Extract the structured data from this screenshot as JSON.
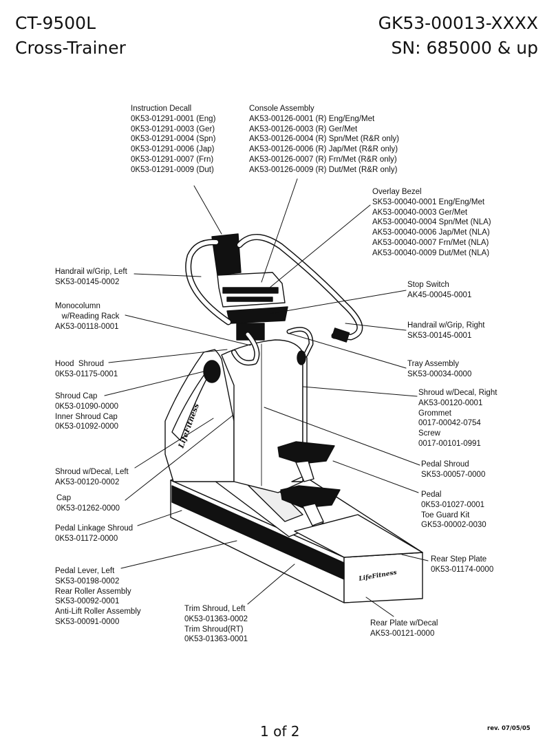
{
  "header": {
    "model": "CT-9500L",
    "product": "Cross-Trainer",
    "kit_number": "GK53-00013-XXXX",
    "serial_range": "SN: 685000 & up"
  },
  "callouts": [
    {
      "id": "instruction-decal",
      "lines": [
        "Instruction Decall",
        "0K53-01291-0001 (Eng)",
        "0K53-01291-0003 (Ger)",
        "0K53-01291-0004 (Spn)",
        "0K53-01291-0006 (Jap)",
        "0K53-01291-0007 (Frn)",
        "0K53-01291-0009 (Dut)"
      ]
    },
    {
      "id": "console-assembly",
      "lines": [
        "Console Assembly",
        "AK53-00126-0001 (R) Eng/Eng/Met",
        "AK53-00126-0003 (R) Ger/Met",
        "AK53-00126-0004 (R) Spn/Met (R&R only)",
        "AK53-00126-0006 (R) Jap/Met (R&R only)",
        "AK53-00126-0007 (R) Frn/Met (R&R only)",
        "AK53-00126-0009 (R) Dut/Met (R&R only)"
      ]
    },
    {
      "id": "overlay-bezel",
      "lines": [
        "Overlay Bezel",
        "SK53-00040-0001 Eng/Eng/Met",
        "AK53-00040-0003 Ger/Met",
        "AK53-00040-0004 Spn/Met (NLA)",
        "AK53-00040-0006 Jap/Met (NLA)",
        "AK53-00040-0007 Frn/Met (NLA)",
        "AK53-00040-0009 Dut/Met (NLA)"
      ]
    },
    {
      "id": "handrail-left",
      "lines": [
        "Handrail w/Grip, Left",
        "SK53-00145-0002"
      ]
    },
    {
      "id": "stop-switch",
      "lines": [
        "Stop Switch",
        "AK45-00045-0001"
      ]
    },
    {
      "id": "monocolumn",
      "lines": [
        "Monocolumn",
        "   w/Reading Rack",
        "AK53-00118-0001"
      ]
    },
    {
      "id": "handrail-right",
      "lines": [
        "Handrail w/Grip, Right",
        "SK53-00145-0001"
      ]
    },
    {
      "id": "hood-shroud",
      "lines": [
        "Hood  Shroud",
        "0K53-01175-0001"
      ]
    },
    {
      "id": "tray-assembly",
      "lines": [
        "Tray Assembly",
        "SK53-00034-0000"
      ]
    },
    {
      "id": "shroud-cap",
      "lines": [
        "Shroud Cap",
        "0K53-01090-0000",
        "Inner Shroud Cap",
        "0K53-01092-0000"
      ]
    },
    {
      "id": "shroud-right",
      "lines": [
        "Shroud w/Decal, Right",
        "AK53-00120-0001",
        "Grommet",
        "0017-00042-0754",
        "Screw",
        "0017-00101-0991"
      ]
    },
    {
      "id": "pedal-shroud",
      "lines": [
        "Pedal Shroud",
        "SK53-00057-0000"
      ]
    },
    {
      "id": "shroud-left",
      "lines": [
        "Shroud w/Decal, Left",
        "AK53-00120-0002"
      ]
    },
    {
      "id": "pedal",
      "lines": [
        "Pedal",
        "0K53-01027-0001",
        "Toe Guard Kit",
        "GK53-00002-0030"
      ]
    },
    {
      "id": "cap",
      "lines": [
        "Cap",
        "0K53-01262-0000"
      ]
    },
    {
      "id": "pedal-linkage-shroud",
      "lines": [
        "Pedal Linkage Shroud",
        "0K53-01172-0000"
      ]
    },
    {
      "id": "rear-step-plate",
      "lines": [
        "Rear Step Plate",
        "0K53-01174-0000"
      ]
    },
    {
      "id": "pedal-lever-left",
      "lines": [
        "Pedal Lever, Left",
        "SK53-00198-0002",
        "Rear Roller Assembly",
        "SK53-00092-0001",
        "Anti-Lift Roller Assembly",
        "SK53-00091-0000"
      ]
    },
    {
      "id": "trim-shroud",
      "lines": [
        "Trim Shroud, Left",
        "0K53-01363-0002",
        "Trim Shroud(RT)",
        "0K53-01363-0001"
      ]
    },
    {
      "id": "rear-plate",
      "lines": [
        "Rear Plate w/Decal",
        "AK53-00121-0000"
      ]
    }
  ],
  "logos": {
    "shroud_logo": "LifeFitness",
    "base_logo": "LifeFitness"
  },
  "footer": {
    "page": "1 of 2",
    "revision": "rev. 07/05/05"
  }
}
